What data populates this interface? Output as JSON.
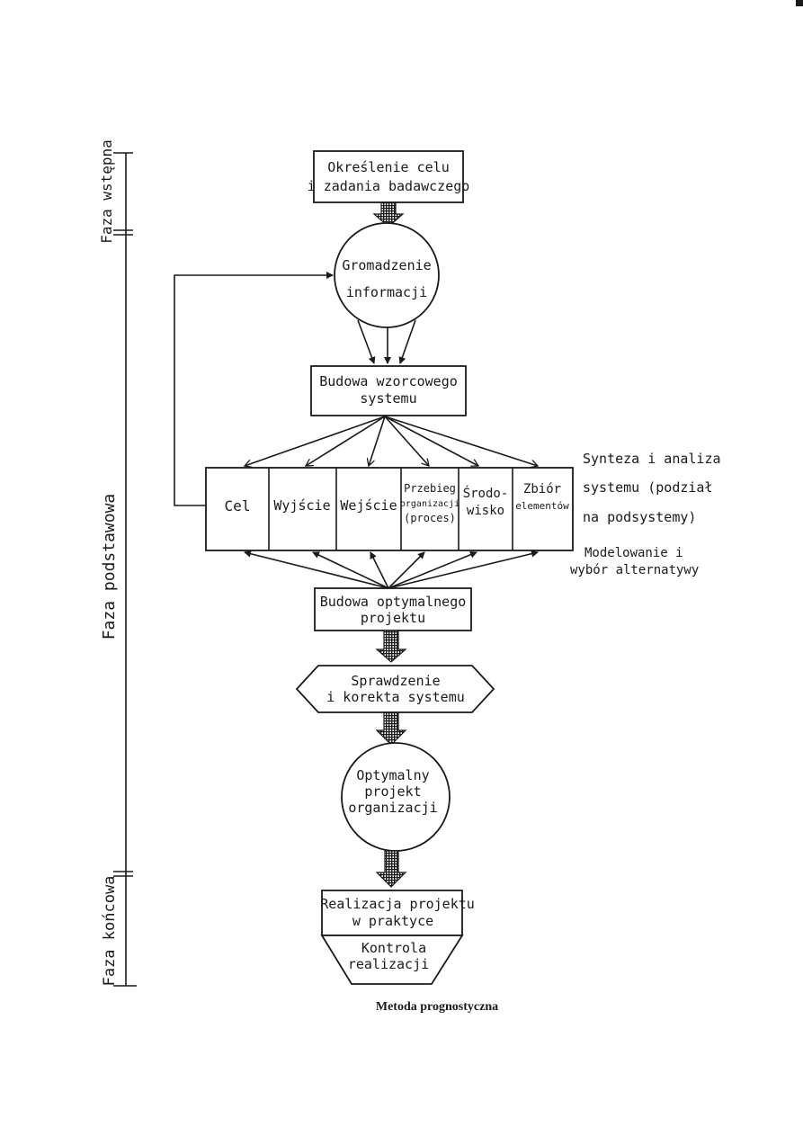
{
  "phases": {
    "introductory": "Faza wstępna",
    "basic": "Faza podstawowa",
    "final": "Faza końcowa"
  },
  "nodes": {
    "define_goal": [
      "Określenie celu",
      "i zadania badawczego"
    ],
    "gather_info": [
      "Gromadzenie",
      "informacji"
    ],
    "model_system": [
      "Budowa wzorcowego",
      "systemu"
    ],
    "optimal_design": [
      "Budowa optymalnego",
      "projektu"
    ],
    "verify": [
      "Sprawdzenie",
      "i korekta systemu"
    ],
    "optimal_project": [
      "Optymalny",
      "projekt",
      "organizacji"
    ],
    "realization": [
      "Realizacja projektu",
      "w praktyce"
    ],
    "control": [
      "Kontrola",
      "realizacji"
    ]
  },
  "system_elements": {
    "cel": [
      "Cel"
    ],
    "wyjscie": [
      "Wyjście"
    ],
    "wejscie": [
      "Wejście"
    ],
    "przebieg": [
      "Przebieg",
      "organizacji",
      "(proces)"
    ],
    "srodowisko": [
      "Środo-",
      "wisko"
    ],
    "zbior": [
      "Zbiór",
      "elementów"
    ]
  },
  "side_notes": {
    "synthesis": [
      "Synteza i analiza",
      "systemu (podział",
      "na podsystemy)"
    ],
    "modeling": [
      "Modelowanie i",
      "wybór alternatywy"
    ]
  },
  "caption": "Metoda prognostyczna"
}
